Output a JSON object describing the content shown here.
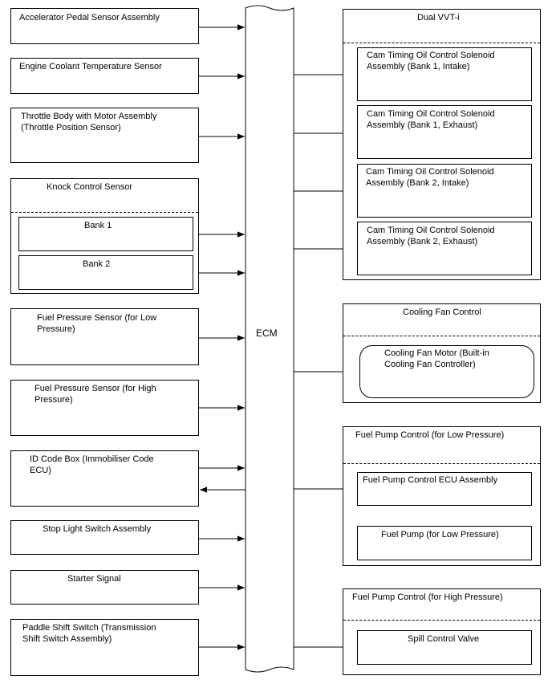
{
  "ecm": {
    "label": "ECM"
  },
  "inputs": {
    "accelerator": "Accelerator Pedal Sensor Assembly",
    "coolant": "Engine Coolant Temperature Sensor",
    "throttle": "Throttle Body with Motor Assembly\n(Throttle Position Sensor)",
    "knock": {
      "title": "Knock Control Sensor",
      "bank1": "Bank 1",
      "bank2": "Bank 2"
    },
    "fuel_low": "Fuel Pressure Sensor (for Low\nPressure)",
    "fuel_high": "Fuel Pressure Sensor (for High\nPressure)",
    "id_code": "ID Code Box (Immobiliser Code\nECU)",
    "stop_light": "Stop Light Switch Assembly",
    "starter": "Starter Signal",
    "paddle": "Paddle Shift Switch (Transmission\nShift Switch Assembly)"
  },
  "outputs": {
    "vvt": {
      "title": "Dual VVT-i",
      "items": [
        "Cam Timing Oil Control Solenoid\nAssembly (Bank 1, Intake)",
        "Cam Timing Oil Control Solenoid\nAssembly (Bank 1, Exhaust)",
        "Cam Timing Oil Control Solenoid\nAssembly (Bank 2, Intake)",
        "Cam Timing Oil Control Solenoid\nAssembly (Bank 2, Exhaust)"
      ]
    },
    "cooling": {
      "title": "Cooling Fan Control",
      "motor": "Cooling Fan Motor (Built-in\nCooling Fan Controller)"
    },
    "fuel_pump_low": {
      "title": "Fuel Pump Control (for Low Pressure)",
      "ecu": "Fuel Pump Control ECU Assembly",
      "pump": "Fuel Pump (for Low Pressure)"
    },
    "fuel_pump_high": {
      "title": "Fuel Pump Control (for High Pressure)",
      "valve": "Spill Control Valve"
    }
  }
}
